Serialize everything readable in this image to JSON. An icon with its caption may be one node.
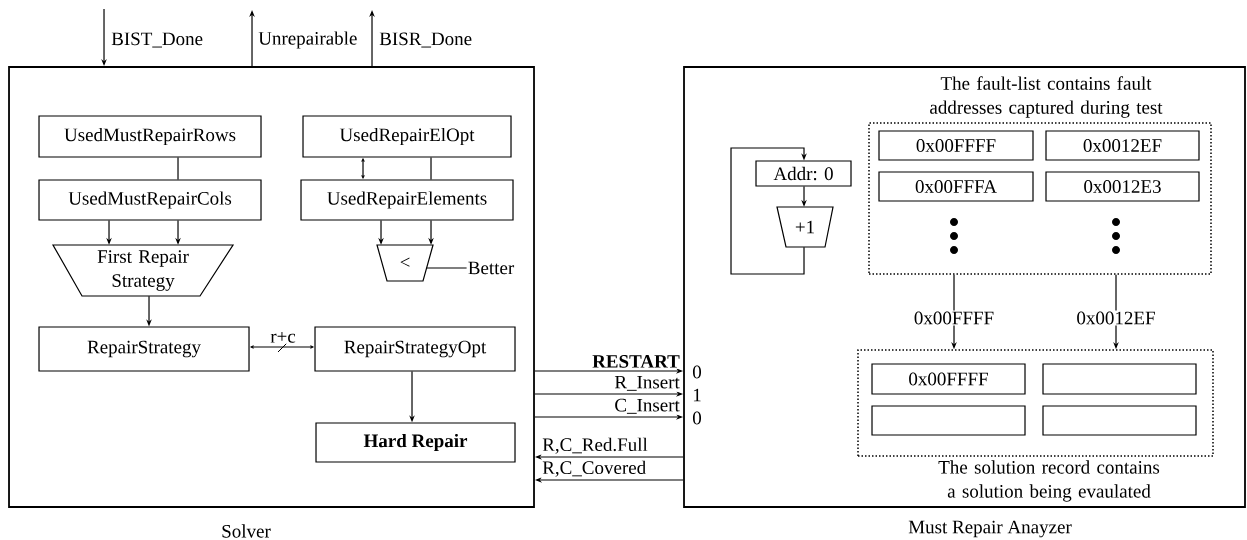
{
  "diagram": {
    "nodes": [
      {
        "text": [
          "Solver"
        ]
      },
      {
        "text": [
          "UsedMustRepairRows"
        ],
        "in": 0
      },
      {
        "text": [
          "UsedMustRepairCols"
        ],
        "in": 0
      },
      {
        "text": [
          "First Repair Strategy"
        ],
        "in": 0
      },
      {
        "text": [
          "RepairStrategy"
        ],
        "in": 0
      },
      {
        "text": [
          "RepairStrategyOpt"
        ],
        "in": 0
      },
      {
        "text": [
          "Hard Repair"
        ],
        "in": 0
      },
      {
        "text": [
          "UsedRepairElOpt"
        ],
        "in": 0
      },
      {
        "text": [
          "UsedRepairElements"
        ],
        "in": 0
      },
      {
        "text": [
          "<"
        ],
        "in": 0
      },
      {
        "text": [
          "Must Repair Anayzer"
        ]
      },
      {
        "text": [
          "The fault-list contains fault addresses captured during test"
        ],
        "in": 10
      },
      {
        "text": [
          "0x00FFFF"
        ],
        "in": 11
      },
      {
        "text": [
          "0x0012EF"
        ],
        "in": 11
      },
      {
        "text": [
          "0x00FFFA"
        ],
        "in": 11
      },
      {
        "text": [
          "0x0012E3"
        ],
        "in": 11
      },
      {
        "text": [
          "The solution record contains a solution being evaulated"
        ],
        "in": 10
      },
      {
        "text": [
          "0x00FFFF"
        ],
        "in": 16
      },
      {
        "text": [],
        "shape": "box",
        "in": 16
      },
      {
        "text": [],
        "shape": "box",
        "in": 16
      },
      {
        "text": [],
        "shape": "box",
        "in": 16
      },
      {
        "text": [
          "Addr: 0"
        ],
        "in": 10
      },
      {
        "text": [
          "+1"
        ],
        "in": 10
      },
      {
        "text": [
          "Better"
        ],
        "in": 0
      }
    ],
    "edges": [
      {
        "from": 1,
        "to": 2,
        "arrow": "none"
      },
      {
        "from": 2,
        "to": 3,
        "arrow": "to"
      },
      {
        "from": 2,
        "to": 3,
        "arrow": "to"
      },
      {
        "from": 3,
        "to": 4,
        "arrow": "to"
      },
      {
        "from": 4,
        "to": 5,
        "arrow": "both",
        "label": "r+c"
      },
      {
        "from": 5,
        "to": 6,
        "arrow": "to"
      },
      {
        "from": 7,
        "to": 8,
        "arrow": "both"
      },
      {
        "from": 7,
        "to": 8,
        "arrow": "none"
      },
      {
        "from": 8,
        "to": 9,
        "arrow": "to"
      },
      {
        "from": 8,
        "to": 9,
        "arrow": "to"
      },
      {
        "from": 9,
        "to": 23,
        "arrow": "none"
      },
      {
        "from": null,
        "to": 0,
        "arrow": "to",
        "label": "BIST_Done"
      },
      {
        "from": 0,
        "to": null,
        "arrow": "to",
        "label": "Unrepairable"
      },
      {
        "from": 0,
        "to": null,
        "arrow": "to",
        "label": "BISR_Done"
      },
      {
        "from": 0,
        "to": 10,
        "arrow": "to",
        "label": "RESTART"
      },
      {
        "from": 0,
        "to": 10,
        "arrow": "to",
        "label": "R_Insert"
      },
      {
        "from": 0,
        "to": 10,
        "arrow": "to",
        "label": "C_Insert"
      },
      {
        "from": 10,
        "to": 0,
        "arrow": "to",
        "label": "R,C_Red.Full"
      },
      {
        "from": 10,
        "to": 0,
        "arrow": "to",
        "label": "R,C_Covered"
      },
      {
        "from": 21,
        "to": 22,
        "arrow": "to"
      },
      {
        "from": 22,
        "to": 21,
        "arrow": "to"
      },
      {
        "from": 11,
        "to": 16,
        "arrow": "to",
        "label": "0x00FFFF"
      },
      {
        "from": 11,
        "to": 16,
        "arrow": "to",
        "label": "0x0012EF"
      }
    ],
    "labels": [
      "0",
      "1",
      "0"
    ]
  }
}
